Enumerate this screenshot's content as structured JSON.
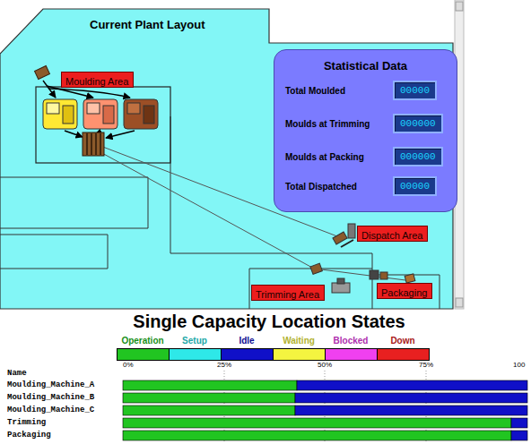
{
  "diagram": {
    "title": "Current Plant Layout",
    "nodes": [
      {
        "text": [
          "Statistical Data"
        ]
      },
      {
        "text": [
          "Total Moulded",
          "00000"
        ],
        "in": 0
      },
      {
        "text": [
          "Moulds at Trimming",
          "000000"
        ],
        "in": 0
      },
      {
        "text": [
          "Moulds at Packing",
          "000000"
        ],
        "in": 0
      },
      {
        "text": [
          "Total Dispatched",
          "00000"
        ],
        "in": 0
      },
      {
        "text": [
          "Moulding Area"
        ]
      },
      {
        "text": [
          "Dispatch Area"
        ]
      },
      {
        "text": [
          "Trimming Area"
        ]
      },
      {
        "text": [
          "Packaging"
        ]
      }
    ],
    "labels": [
      "Single Capacity Location States",
      "0%",
      "25%",
      "50%",
      "75%",
      "100",
      "Name",
      "Moulding_Machine_A",
      "Moulding_Machine_B",
      "Moulding_Machine_C",
      "Trimming",
      "Packaging"
    ],
    "legend": [
      {
        "text": "Operation",
        "color": "#21c521"
      },
      {
        "text": "Setup",
        "color": "#2ee8e8"
      },
      {
        "text": "Idle",
        "color": "#1010c8"
      },
      {
        "text": "Waiting",
        "color": "#f4f440"
      },
      {
        "text": "Blocked",
        "color": "#f040f0"
      },
      {
        "text": "Down",
        "color": "#e82020"
      }
    ]
  }
}
